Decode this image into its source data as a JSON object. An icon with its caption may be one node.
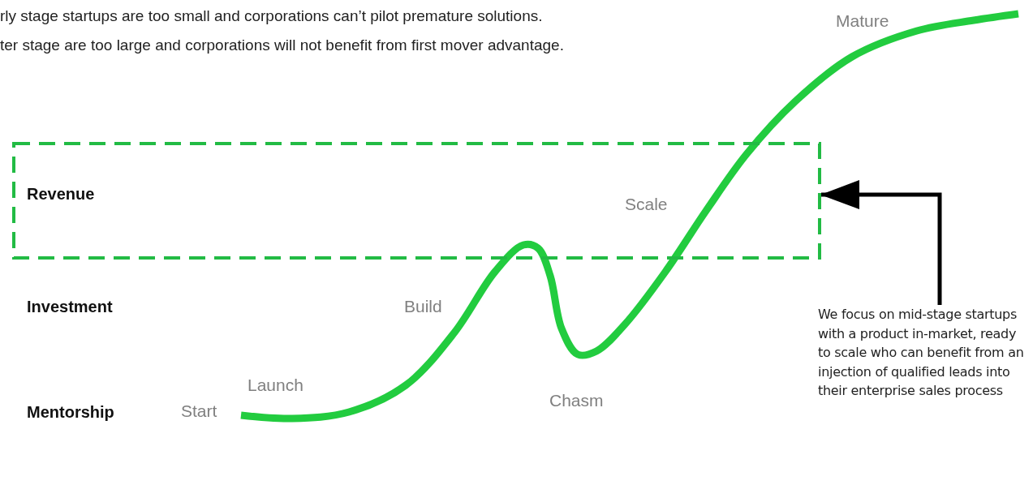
{
  "diagram": {
    "nodes": [
      {
        "text": [
          "Revenue"
        ]
      },
      {
        "text": [
          "We focus on mid-stage startups with a product in-market, ready to scale who can benefit from an injection of qualified leads into their enterprise sales process"
        ]
      }
    ],
    "edges": [
      {
        "from": 1,
        "to": 0,
        "arrow": "to"
      }
    ],
    "labels": [
      "rly stage startups are too small and corporations can’t pilot premature solutions.",
      "Mature",
      "ter stage are too large and corporations will not benefit from first mover advantage.",
      "Scale",
      "Investment",
      "Build",
      "Launch",
      "Chasm",
      "Start",
      "Mentorship"
    ]
  }
}
